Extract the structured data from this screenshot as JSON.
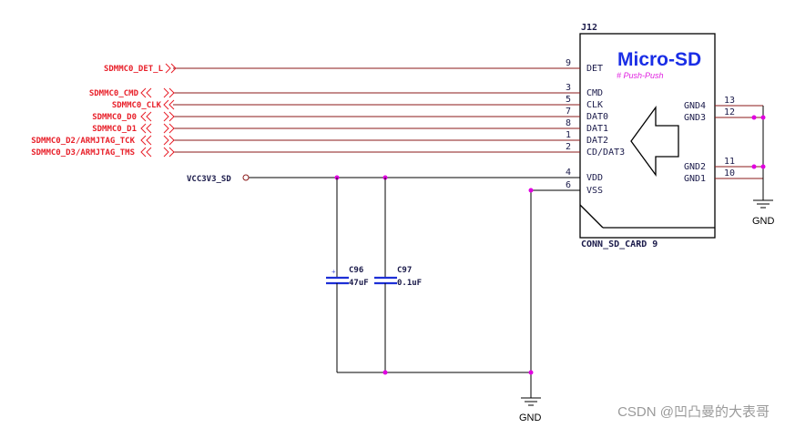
{
  "colors": {
    "wire": "#8b1a1a",
    "net_label": "#e8202a",
    "ink": "#1a1a4a",
    "component": "#000000",
    "junction": "#e000e0",
    "title": "#1a2ee6",
    "subtitle": "#e020e0",
    "cap_plate": "#1d2fd6"
  },
  "connector": {
    "ref": "J12",
    "title": "Micro-SD",
    "subtitle": "# Push-Push",
    "part_name": "CONN_SD_CARD 9",
    "left_pins": [
      {
        "num": "9",
        "name": "DET"
      },
      {
        "num": "3",
        "name": "CMD"
      },
      {
        "num": "5",
        "name": "CLK"
      },
      {
        "num": "7",
        "name": "DAT0"
      },
      {
        "num": "8",
        "name": "DAT1"
      },
      {
        "num": "1",
        "name": "DAT2"
      },
      {
        "num": "2",
        "name": "CD/DAT3"
      },
      {
        "num": "4",
        "name": "VDD"
      },
      {
        "num": "6",
        "name": "VSS"
      }
    ],
    "right_pins": [
      {
        "num": "13",
        "name": "GND4"
      },
      {
        "num": "12",
        "name": "GND3"
      },
      {
        "num": "11",
        "name": "GND2"
      },
      {
        "num": "10",
        "name": "GND1"
      }
    ]
  },
  "nets": [
    {
      "label": "SDMMC0_DET_L",
      "direction": "in"
    },
    {
      "label": "SDMMC0_CMD",
      "direction": "bidir"
    },
    {
      "label": "SDMMC0_CLK",
      "direction": "bidir"
    },
    {
      "label": "SDMMC0_D0",
      "direction": "bidir"
    },
    {
      "label": "SDMMC0_D1",
      "direction": "bidir"
    },
    {
      "label": "SDMMC0_D2/ARMJTAG_TCK",
      "direction": "bidir"
    },
    {
      "label": "SDMMC0_D3/ARMJTAG_TMS",
      "direction": "bidir"
    }
  ],
  "power_net": {
    "label": "VCC3V3_SD"
  },
  "capacitors": [
    {
      "ref": "C96",
      "value": "47uF"
    },
    {
      "ref": "C97",
      "value": "0.1uF"
    }
  ],
  "grounds": [
    {
      "label": "GND"
    },
    {
      "label": "GND"
    }
  ],
  "watermark": "CSDN @凹凸曼的大表哥"
}
